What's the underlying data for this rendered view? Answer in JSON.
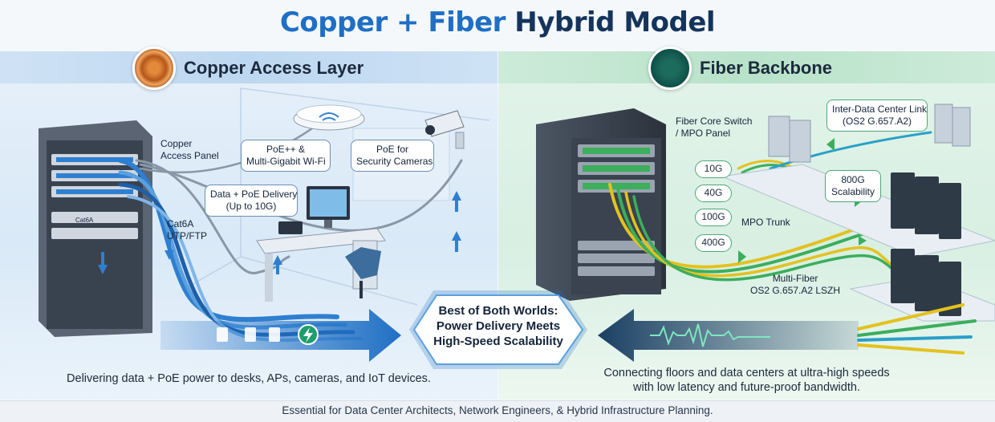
{
  "title": {
    "part1": "Copper + Fiber",
    "part2": "Hybrid Model"
  },
  "left": {
    "header": "Copper Access Layer",
    "icon": "copper-spool-icon",
    "callouts": {
      "access_panel": "Copper\nAccess Panel",
      "cat6a": "Cat6A\nUTP/FTP",
      "poe_wifi": "PoE++ &\nMulti-Gigabit Wi-Fi",
      "poe_cameras": "PoE for\nSecurity Cameras",
      "data_poe": "Data + PoE Delivery\n(Up to 10G)"
    },
    "rack_label": "Cat6A",
    "footer": "Delivering data + PoE power to desks, APs, cameras, and IoT devices."
  },
  "right": {
    "header": "Fiber Backbone",
    "icon": "fiber-bundle-icon",
    "callouts": {
      "core_switch": "Fiber Core Switch\n/ MPO Panel",
      "inter_dc": "Inter-Data Center Link\n(OS2 G.657.A2)",
      "scalability": "800G\nScalability",
      "mpo_trunk": "MPO Trunk",
      "multi_fiber": "Multi-Fiber\nOS2 G.657.A2 LSZH"
    },
    "speeds": [
      "10G",
      "40G",
      "100G",
      "400G"
    ],
    "footer": "Connecting floors and data centers at ultra-high speeds\nwith low latency and future-proof bandwidth."
  },
  "center": {
    "line1": "Best of Both Worlds:",
    "line2": "Power Delivery Meets",
    "line3": "High-Speed Scalability"
  },
  "bottom": "Essential for Data Center Architects, Network Engineers, & Hybrid Infrastructure Planning.",
  "colors": {
    "title_accent": "#1f6fc4",
    "title_dark": "#15345c",
    "copper_blue": "#2f7fd0",
    "fiber_green": "#3cae5c",
    "fiber_yellow": "#e3c21f"
  }
}
